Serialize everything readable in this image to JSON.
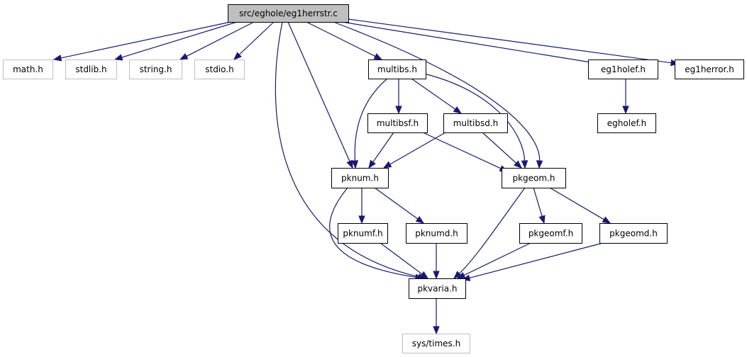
{
  "diagram": {
    "type": "dependency-graph",
    "colors": {
      "edge": "#191970",
      "root_fill": "#bfbfbf",
      "node_border": "#000000",
      "external_border": "#bfbfbf",
      "external_text": "#404040",
      "text": "#000000"
    },
    "nodes": [
      {
        "id": "root",
        "label": "src/eghole/eg1herrstr.c",
        "style": "root"
      },
      {
        "id": "math",
        "label": "math.h",
        "style": "external"
      },
      {
        "id": "stdlib",
        "label": "stdlib.h",
        "style": "external"
      },
      {
        "id": "string",
        "label": "string.h",
        "style": "external"
      },
      {
        "id": "stdio",
        "label": "stdio.h",
        "style": "external"
      },
      {
        "id": "multibs",
        "label": "multibs.h",
        "style": "normal"
      },
      {
        "id": "eg1holef",
        "label": "eg1holef.h",
        "style": "normal"
      },
      {
        "id": "eg1herror",
        "label": "eg1herror.h",
        "style": "normal"
      },
      {
        "id": "egholef",
        "label": "egholef.h",
        "style": "normal"
      },
      {
        "id": "multibsf",
        "label": "multibsf.h",
        "style": "normal"
      },
      {
        "id": "multibsd",
        "label": "multibsd.h",
        "style": "normal"
      },
      {
        "id": "pknum",
        "label": "pknum.h",
        "style": "normal"
      },
      {
        "id": "pkgeom",
        "label": "pkgeom.h",
        "style": "normal"
      },
      {
        "id": "pknumf",
        "label": "pknumf.h",
        "style": "normal"
      },
      {
        "id": "pknumd",
        "label": "pknumd.h",
        "style": "normal"
      },
      {
        "id": "pkgeomf",
        "label": "pkgeomf.h",
        "style": "normal"
      },
      {
        "id": "pkgeomd",
        "label": "pkgeomd.h",
        "style": "normal"
      },
      {
        "id": "pkvaria",
        "label": "pkvaria.h",
        "style": "normal"
      },
      {
        "id": "systimes",
        "label": "sys/times.h",
        "style": "external"
      }
    ],
    "edges": [
      {
        "from": "root",
        "to": "math"
      },
      {
        "from": "root",
        "to": "stdlib"
      },
      {
        "from": "root",
        "to": "string"
      },
      {
        "from": "root",
        "to": "stdio"
      },
      {
        "from": "root",
        "to": "multibs"
      },
      {
        "from": "root",
        "to": "pknum"
      },
      {
        "from": "root",
        "to": "pkgeom"
      },
      {
        "from": "root",
        "to": "pkvaria"
      },
      {
        "from": "root",
        "to": "eg1holef"
      },
      {
        "from": "root",
        "to": "eg1herror"
      },
      {
        "from": "eg1holef",
        "to": "egholef"
      },
      {
        "from": "multibs",
        "to": "multibsf"
      },
      {
        "from": "multibs",
        "to": "multibsd"
      },
      {
        "from": "multibs",
        "to": "pknum"
      },
      {
        "from": "multibs",
        "to": "pkgeom"
      },
      {
        "from": "multibsf",
        "to": "pknum"
      },
      {
        "from": "multibsf",
        "to": "pkgeom"
      },
      {
        "from": "multibsd",
        "to": "pknum"
      },
      {
        "from": "multibsd",
        "to": "pkgeom"
      },
      {
        "from": "pknum",
        "to": "pknumf"
      },
      {
        "from": "pknum",
        "to": "pknumd"
      },
      {
        "from": "pknum",
        "to": "pkvaria"
      },
      {
        "from": "pkgeom",
        "to": "pkgeomf"
      },
      {
        "from": "pkgeom",
        "to": "pkgeomd"
      },
      {
        "from": "pkgeom",
        "to": "pkvaria"
      },
      {
        "from": "pknumf",
        "to": "pkvaria"
      },
      {
        "from": "pknumd",
        "to": "pkvaria"
      },
      {
        "from": "pkgeomf",
        "to": "pkvaria"
      },
      {
        "from": "pkgeomd",
        "to": "pkvaria"
      },
      {
        "from": "pkvaria",
        "to": "systimes"
      }
    ]
  }
}
